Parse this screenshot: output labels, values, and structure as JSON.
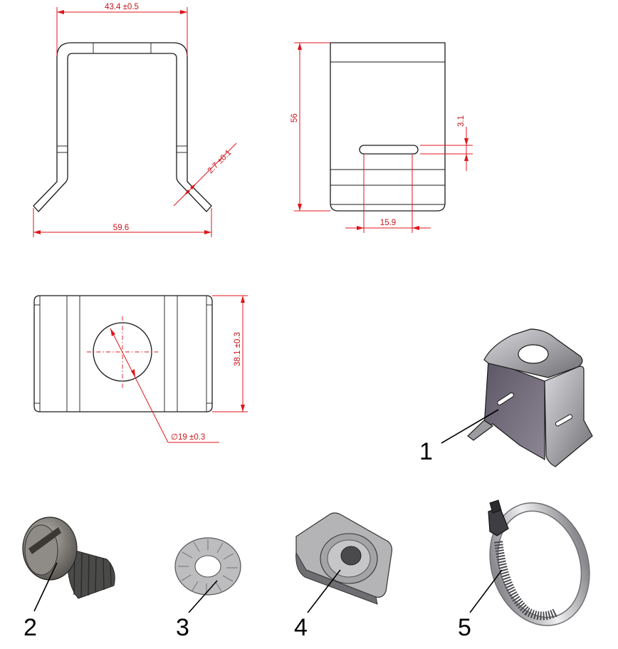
{
  "dimensions": {
    "front_top_width": "43.4 ±0.5",
    "front_overall_width": "59.6",
    "front_thickness": "2.7 ±0.1",
    "side_height": "56",
    "slot_width": "3.1",
    "slot_length": "15.9",
    "top_view_width": "38.1 ±0.3",
    "hole_diameter": "∅19 ±0.3"
  },
  "callouts": {
    "bracket": "1",
    "screw": "2",
    "lock_washer": "3",
    "t_nut": "4",
    "hose_clamp": "5"
  },
  "colors": {
    "dimension_red": "#e0151b",
    "outline": "#1a1a1a",
    "part_metal": "#a9a9ad",
    "bracket_inner": "#6f6878"
  }
}
